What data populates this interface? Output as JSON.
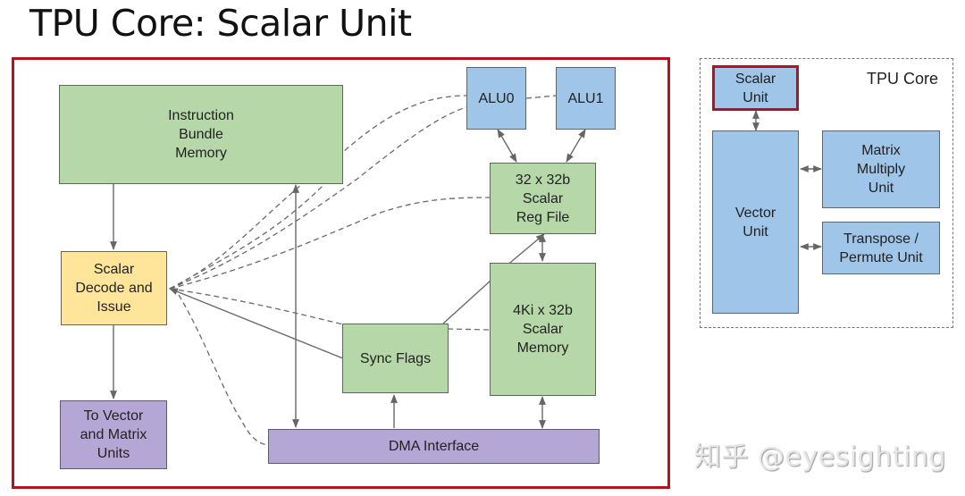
{
  "title": "TPU Core: Scalar Unit",
  "main_diagram": {
    "blocks": {
      "instruction_bundle_memory": "Instruction\nBundle\nMemory",
      "scalar_decode_issue": "Scalar\nDecode and\nIssue",
      "to_vector_matrix": "To Vector\nand Matrix\nUnits",
      "alu0": "ALU0",
      "alu1": "ALU1",
      "reg_file": "32 x 32b\nScalar\nReg File",
      "scalar_memory": "4Ki x 32b\nScalar\nMemory",
      "sync_flags": "Sync Flags",
      "dma_interface": "DMA Interface"
    }
  },
  "core_overview": {
    "label": "TPU Core",
    "blocks": {
      "scalar_unit": "Scalar\nUnit",
      "vector_unit": "Vector\nUnit",
      "matrix_multiply": "Matrix\nMultiply\nUnit",
      "transpose_permute": "Transpose /\nPermute Unit"
    }
  },
  "watermark": "知乎 @eyesighting",
  "colors": {
    "highlight": "#b5121b",
    "memory_green": "#b6d7a8",
    "compute_blue": "#9fc5e8",
    "decode_yellow": "#ffe599",
    "interface_purple": "#b4a7d6"
  }
}
